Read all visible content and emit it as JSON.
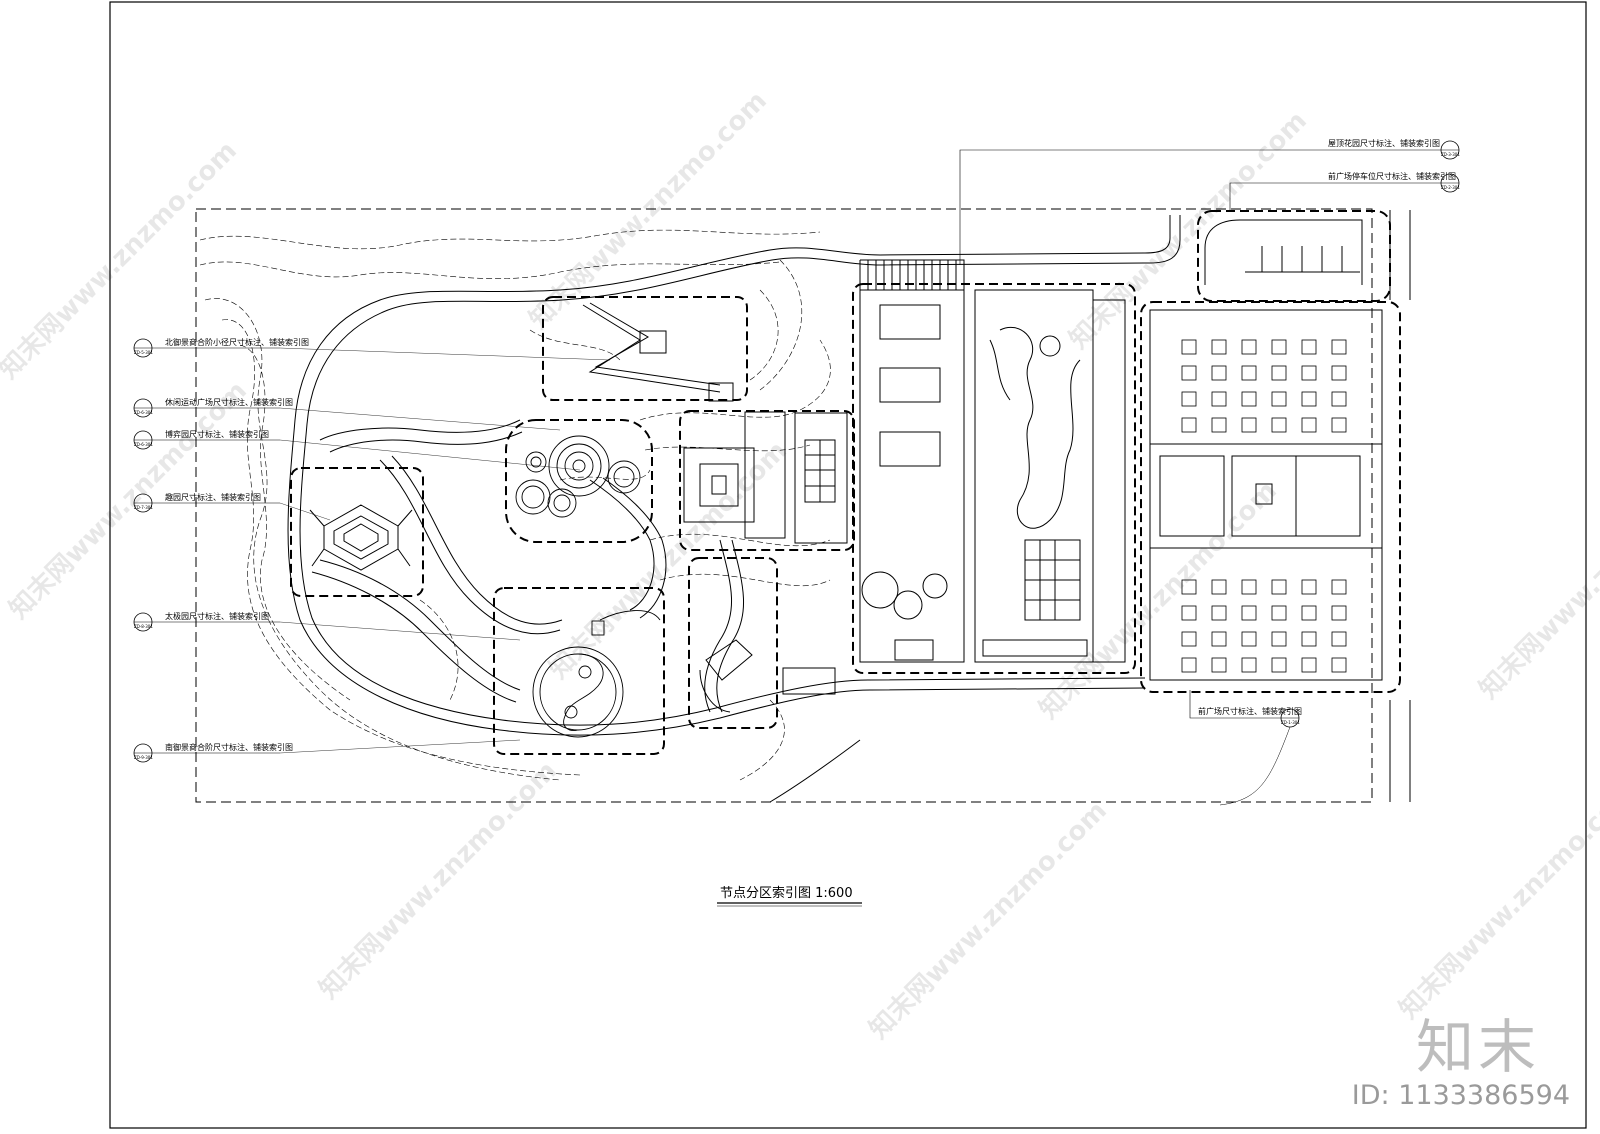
{
  "drawing_title": "节点分区索引图 1:600",
  "callouts_left": [
    {
      "label": "北御景商合阶小径尺寸标注、铺装索引图",
      "ref": "ZD-5-301"
    },
    {
      "label": "休闲运动广场尺寸标注、铺装索引图",
      "ref": "ZD-6-301"
    },
    {
      "label": "博弈园尺寸标注、铺装索引图",
      "ref": "ZD-6-301"
    },
    {
      "label": "趣园尺寸标注、铺装索引图",
      "ref": "ZD-7-301"
    },
    {
      "label": "太极园尺寸标注、铺装索引图",
      "ref": "ZD-8-301"
    },
    {
      "label": "南御景商合阶尺寸标注、铺装索引图",
      "ref": "ZD-9-301"
    }
  ],
  "callouts_right": [
    {
      "label": "屋顶花园尺寸标注、铺装索引图",
      "ref": "ZD-3-301"
    },
    {
      "label": "前广场停车位尺寸标注、铺装索引图",
      "ref": "ZD-2-301"
    },
    {
      "label": "前广场尺寸标注、铺装索引图",
      "ref": "ZD-1-301"
    }
  ],
  "watermark_text": "知末网www.znzmo.com",
  "brand": {
    "logo": "知末",
    "id": "ID: 1133386594"
  }
}
